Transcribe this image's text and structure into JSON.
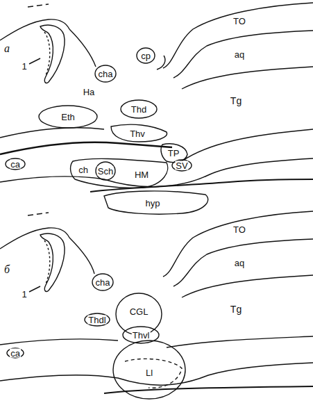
{
  "diagram": {
    "labels": [
      "а",
      "TO",
      "aq",
      "Tg",
      "1",
      "cha",
      "cp",
      "Ha",
      "Eth",
      "Thd",
      "Thv",
      "TP",
      "SV",
      "ca",
      "ch",
      "Sch",
      "HM",
      "hyp",
      "б",
      "TO",
      "aq",
      "Tg",
      "1",
      "cha",
      "Thdl",
      "CGL",
      "Thvl",
      "ca",
      "Ll"
    ]
  }
}
